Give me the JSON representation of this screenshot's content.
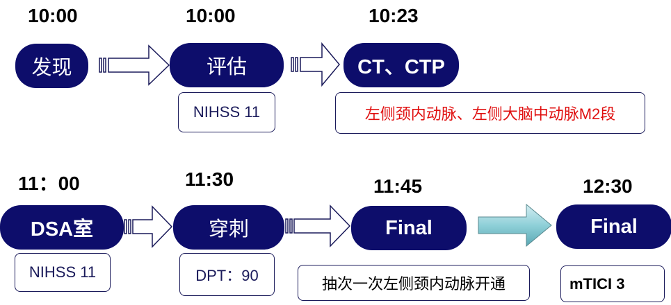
{
  "row1": {
    "t1": "10:00",
    "t2": "10:00",
    "t3": "10:23",
    "s1": "发现",
    "s2": "评估",
    "s3": "CT、CTP",
    "n2": "NIHSS 11",
    "n3": "左侧颈内动脉、左侧大脑中动脉M2段"
  },
  "row2": {
    "t1": "11：00",
    "t2": "11:30",
    "t3": "11:45",
    "t4": "12:30",
    "s1": "DSA室",
    "s2": "穿刺",
    "s3": "Final",
    "s4": "Final",
    "n1": "NIHSS 11",
    "n2": "DPT：90",
    "n3": "抽次一次左侧颈内动脉开通",
    "n4": "mTICI 3"
  },
  "colors": {
    "pill": "#0d0d6b",
    "accent_arrow": "#8fd0d8",
    "red_text": "#e01010"
  }
}
